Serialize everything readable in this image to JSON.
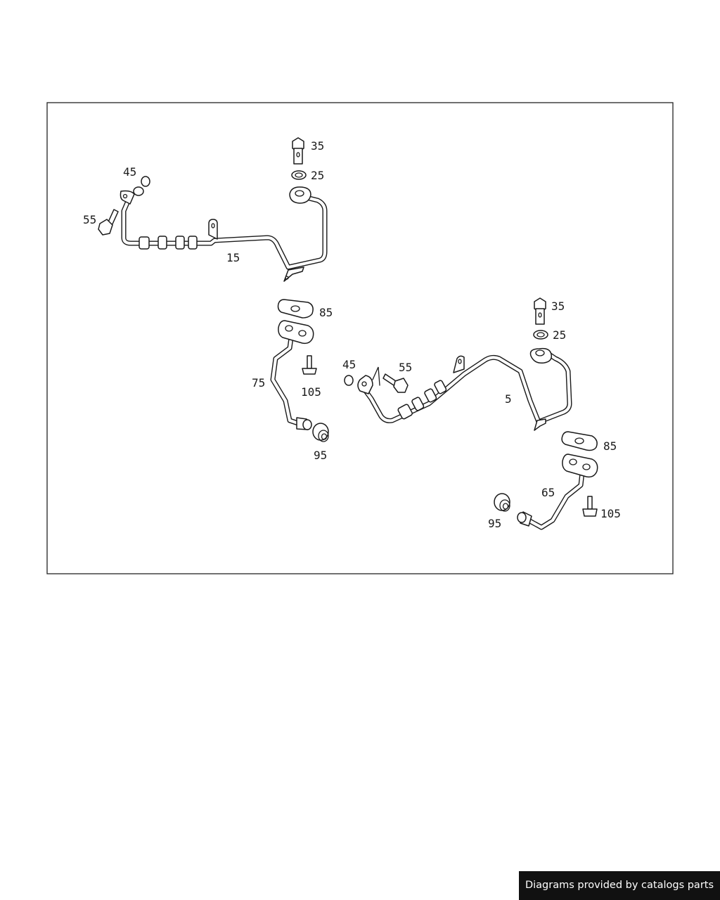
{
  "diagram": {
    "callouts": {
      "c35a": "35",
      "c25a": "25",
      "c45a": "45",
      "c55a": "55",
      "c15": "15",
      "c85a": "85",
      "c75": "75",
      "c105a": "105",
      "c95a": "95",
      "c35b": "35",
      "c25b": "25",
      "c45b": "45",
      "c55b": "55",
      "c5": "5",
      "c85b": "85",
      "c65": "65",
      "c95b": "95",
      "c105b": "105"
    }
  },
  "footer": {
    "credit": "Diagrams provided by catalogs parts"
  }
}
